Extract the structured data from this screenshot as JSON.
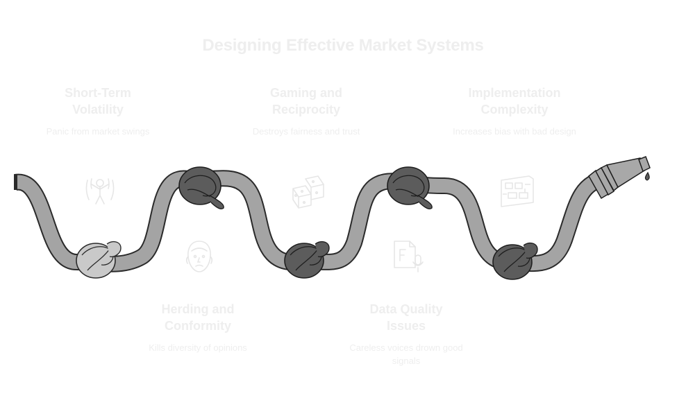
{
  "title": "Designing Effective Market Systems",
  "colors": {
    "faded_text": "#eeeeee",
    "faded_icon": "#e6e6e6",
    "rope_fill": "#a4a4a4",
    "rope_outline": "#2a2a2a",
    "knot_dark": "#5c5c5c",
    "knot_light": "#c9c9c9",
    "nozzle": "#a8a8a8"
  },
  "items": [
    {
      "heading": "Short-Term\nVolatility",
      "description": "Panic from market swings",
      "icon": "panic-figure-icon"
    },
    {
      "heading": "Herding and\nConformity",
      "description": "Kills diversity of opinions",
      "icon": "face-icon"
    },
    {
      "heading": "Gaming and\nReciprocity",
      "description": "Destroys fairness and trust",
      "icon": "dice-icon"
    },
    {
      "heading": "Data Quality\nIssues",
      "description": "Careless voices drown good signals",
      "icon": "audio-file-icon"
    },
    {
      "heading": "Implementation\nComplexity",
      "description": "Increases bias with bad design",
      "icon": "circuit-board-icon"
    }
  ]
}
